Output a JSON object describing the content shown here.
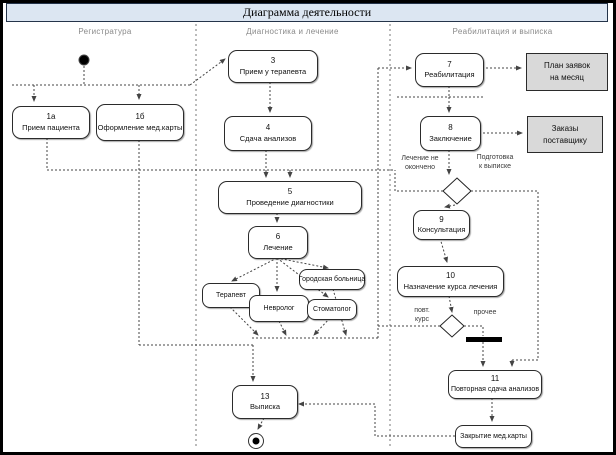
{
  "title": "Диаграмма деятельности",
  "lanes": [
    {
      "label": "Регистратура"
    },
    {
      "label": "Диагностика и лечение"
    },
    {
      "label": "Реабилитация и выписка"
    }
  ],
  "nodes": {
    "n1a": {
      "num": "1а",
      "label": "Прием пациента"
    },
    "n1b": {
      "num": "1б",
      "label": "Оформление мед.карты"
    },
    "n3": {
      "num": "3",
      "label": "Прием у терапевта"
    },
    "n4": {
      "num": "4",
      "label": "Сдача анализов"
    },
    "n5": {
      "num": "5",
      "label": "Проведение диагностики"
    },
    "n6": {
      "num": "6",
      "label": "Лечение"
    },
    "spec_terapevt": {
      "label": "Терапевт"
    },
    "spec_nevrolog": {
      "label": "Невролог"
    },
    "spec_stomatolog": {
      "label": "Стоматолог"
    },
    "spec_hospital": {
      "label": "Городская больница"
    },
    "n7": {
      "num": "7",
      "label": "Реабилитация"
    },
    "n8": {
      "num": "8",
      "label": "Заключение"
    },
    "n9": {
      "num": "9",
      "label": "Консультация"
    },
    "n10": {
      "num": "10",
      "label": "Назначение курса лечения"
    },
    "n11": {
      "num": "11",
      "label": "Повторная сдача анализов"
    },
    "n13": {
      "num": "13",
      "label": "Выписка"
    },
    "close_card": {
      "label": "Закрытие мед.карты"
    },
    "plan": {
      "line1": "План заявок",
      "line2": "на месяц"
    },
    "orders": {
      "line1": "Заказы",
      "line2": "поставщику"
    }
  },
  "edge_labels": {
    "not_finished_1": "Лечение не",
    "not_finished_2": "окончено",
    "prep_1": "Подготовка",
    "prep_2": "к выписке",
    "repeat_1": "повт.",
    "repeat_2": "курс",
    "other": "прочее"
  },
  "colors": {
    "title_bg": "#dce6f2",
    "doc_bg": "#d9d9d9",
    "line": "#444444",
    "lane_label": "#8a8a8a"
  }
}
